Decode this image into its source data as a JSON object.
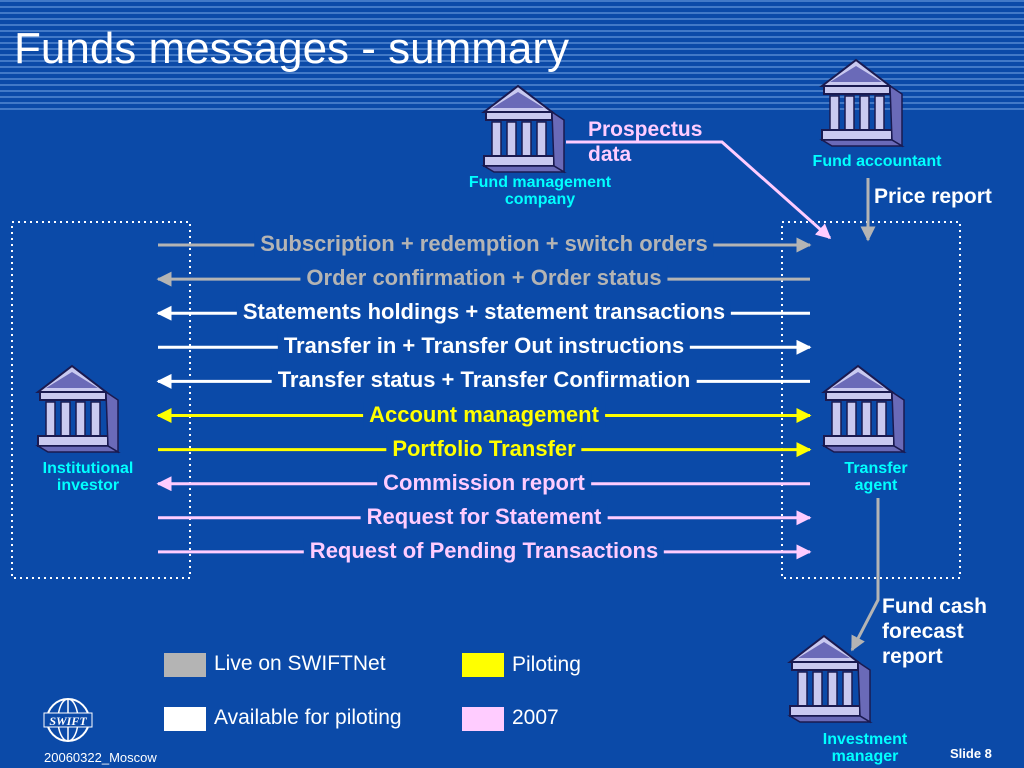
{
  "title": "Funds messages  - summary",
  "actors": {
    "fund_management": "Fund management company",
    "fund_accountant": "Fund accountant",
    "institutional": "Institutional investor",
    "transfer_agent": "Transfer agent",
    "investment_manager": "Investment manager"
  },
  "side_labels": {
    "prospectus": "Prospectus data",
    "price_report": "Price report",
    "cash_forecast": "Fund cash forecast report"
  },
  "messages": [
    {
      "label": "Subscription + redemption + switch orders",
      "color": "#b4b4b4",
      "direction": "right"
    },
    {
      "label": "Order confirmation + Order status",
      "color": "#b4b4b4",
      "direction": "left"
    },
    {
      "label": "Statements holdings + statement transactions",
      "color": "#ffffff",
      "direction": "left"
    },
    {
      "label": "Transfer in + Transfer Out instructions",
      "color": "#ffffff",
      "direction": "right"
    },
    {
      "label": "Transfer status + Transfer Confirmation",
      "color": "#ffffff",
      "direction": "left"
    },
    {
      "label": "Account management",
      "color": "#ffff00",
      "direction": "both"
    },
    {
      "label": "Portfolio Transfer",
      "color": "#ffff00",
      "direction": "right"
    },
    {
      "label": "Commission report",
      "color": "#ffccff",
      "direction": "left"
    },
    {
      "label": "Request for Statement",
      "color": "#ffccff",
      "direction": "right"
    },
    {
      "label": "Request of Pending Transactions",
      "color": "#ffccff",
      "direction": "right"
    }
  ],
  "legend": [
    {
      "label": "Live on SWIFTNet",
      "color": "#b4b4b4"
    },
    {
      "label": "Piloting",
      "color": "#ffff00"
    },
    {
      "label": "Available for piloting",
      "color": "#ffffff"
    },
    {
      "label": "2007",
      "color": "#ffccff"
    }
  ],
  "logo_text": "SWIFT",
  "footer": {
    "left": "20060322_Moscow",
    "right": "Slide 8"
  },
  "colors": {
    "background": "#0b4aa8",
    "building": "#c9c9f0",
    "building_dark": "#6a6ab8"
  }
}
